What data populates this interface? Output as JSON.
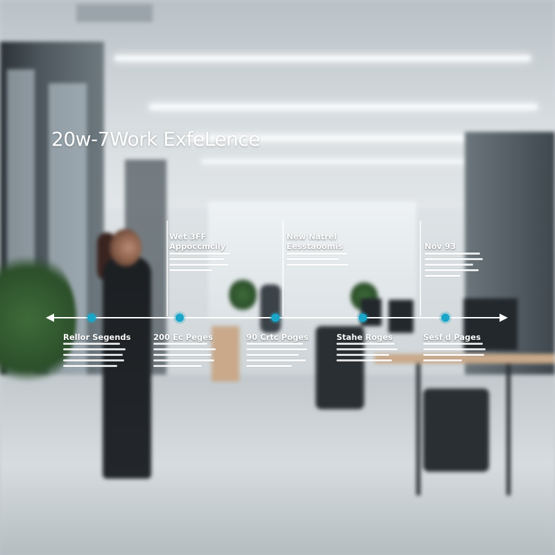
{
  "title": "20w-7Work ExfeLence",
  "accent_color": "#1aa6c8",
  "line_color": "#ffffff",
  "top_events": [
    {
      "title": "Wet 3FF\nAppoccmcily"
    },
    {
      "title": "New Natrel\nEesstaoomis"
    },
    {
      "title": "Nov 93"
    }
  ],
  "milestones": [
    {
      "label": "Rellor Segends"
    },
    {
      "label": "200 Ec Peges"
    },
    {
      "label": "90 Crtc Poges"
    },
    {
      "label": "Stahe Roges"
    },
    {
      "label": "Sesf d Pages"
    }
  ]
}
